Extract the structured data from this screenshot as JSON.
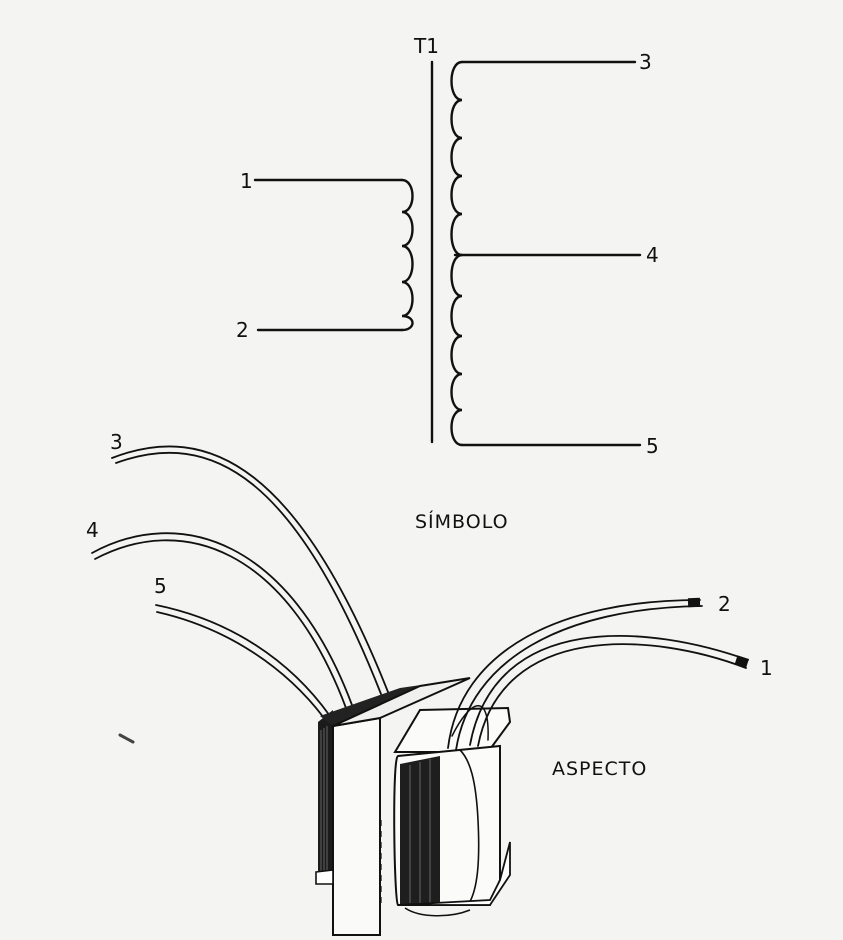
{
  "labels": {
    "transformer_ref": "T1",
    "pin_1": "1",
    "pin_2": "2",
    "pin_3": "3",
    "pin_4": "4",
    "pin_5": "5",
    "symbol_caption": "SÍMBOLO",
    "aspect_caption": "ASPECTO",
    "wire_3": "3",
    "wire_4": "4",
    "wire_5": "5",
    "wire_2": "2",
    "wire_1": "1"
  },
  "colors": {
    "ink": "#111111",
    "paper": "#f4f4f2"
  }
}
